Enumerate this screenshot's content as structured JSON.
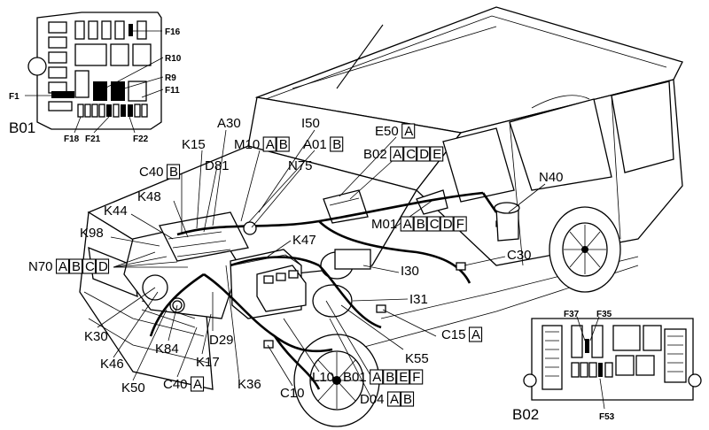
{
  "fusebox_b01": {
    "title": "B01",
    "fuses": [
      "F16",
      "R10",
      "R9",
      "F11",
      "F1",
      "F18",
      "F21",
      "F22"
    ]
  },
  "fusebox_b02": {
    "title": "B02",
    "fuses": [
      "F37",
      "F35",
      "F53"
    ]
  },
  "components": [
    {
      "code": "A30",
      "variants": []
    },
    {
      "code": "I50",
      "variants": []
    },
    {
      "code": "K15",
      "variants": []
    },
    {
      "code": "M10",
      "variants": [
        "A",
        "B"
      ]
    },
    {
      "code": "A01",
      "variants": [
        "B"
      ]
    },
    {
      "code": "E50",
      "variants": [
        "A"
      ]
    },
    {
      "code": "D81",
      "variants": []
    },
    {
      "code": "N75",
      "variants": []
    },
    {
      "code": "B02",
      "variants": [
        "A",
        "C",
        "D",
        "E"
      ]
    },
    {
      "code": "C40",
      "variants": [
        "B"
      ]
    },
    {
      "code": "N40",
      "variants": []
    },
    {
      "code": "K48",
      "variants": []
    },
    {
      "code": "K44",
      "variants": []
    },
    {
      "code": "M01",
      "variants": [
        "A",
        "B",
        "C",
        "D",
        "F"
      ]
    },
    {
      "code": "K98",
      "variants": []
    },
    {
      "code": "K47",
      "variants": []
    },
    {
      "code": "C30",
      "variants": []
    },
    {
      "code": "N70",
      "variants": [
        "A",
        "B",
        "C",
        "D"
      ]
    },
    {
      "code": "I30",
      "variants": []
    },
    {
      "code": "I31",
      "variants": []
    },
    {
      "code": "K30",
      "variants": []
    },
    {
      "code": "C15",
      "variants": [
        "A"
      ]
    },
    {
      "code": "K46",
      "variants": []
    },
    {
      "code": "D29",
      "variants": []
    },
    {
      "code": "K84",
      "variants": []
    },
    {
      "code": "K55",
      "variants": []
    },
    {
      "code": "K17",
      "variants": []
    },
    {
      "code": "K50",
      "variants": []
    },
    {
      "code": "C40",
      "variants": [
        "A"
      ]
    },
    {
      "code": "K36",
      "variants": []
    },
    {
      "code": "C10",
      "variants": []
    },
    {
      "code": "L10",
      "variants": []
    },
    {
      "code": "B01",
      "variants": [
        "A",
        "B",
        "E",
        "F"
      ]
    },
    {
      "code": "D04",
      "variants": [
        "A",
        "B"
      ]
    }
  ]
}
